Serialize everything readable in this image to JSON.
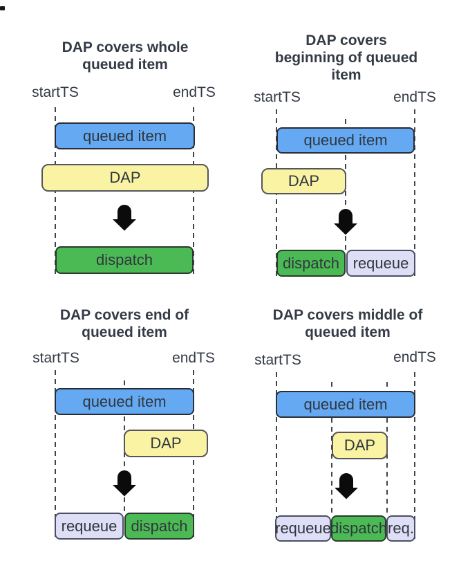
{
  "colors": {
    "background": "#ffffff",
    "text": "#343b46",
    "bar-text": "#30363e",
    "bar-blue": "#64a9f2",
    "bar-blue-border": "#272d36",
    "bar-yellow": "#faf3a3",
    "bar-yellow-border": "#55565b",
    "bar-green": "#4cba54",
    "bar-green-border": "#2b3a2d",
    "bar-lavender": "#dfdef7",
    "bar-lavender-border": "#4c4f63",
    "dash-line": "#3f434b",
    "arrow": "#0b0b0b"
  },
  "icons": {
    "arrow": "thick-down-arrow"
  },
  "panels": [
    {
      "id": "whole",
      "title_lines": [
        "DAP covers whole",
        "queued item"
      ],
      "start_label": "startTS",
      "end_label": "endTS",
      "queued_label": "queued item",
      "dap_label": "DAP",
      "result_bars": [
        {
          "label": "dispatch",
          "type": "green"
        }
      ]
    },
    {
      "id": "beginning",
      "title_lines": [
        "DAP covers",
        "beginning of queued",
        "item"
      ],
      "start_label": "startTS",
      "end_label": "endTS",
      "queued_label": "queued item",
      "dap_label": "DAP",
      "result_bars": [
        {
          "label": "dispatch",
          "type": "green"
        },
        {
          "label": "requeue",
          "type": "lavender"
        }
      ]
    },
    {
      "id": "end",
      "title_lines": [
        "DAP covers end of",
        "queued item"
      ],
      "start_label": "startTS",
      "end_label": "endTS",
      "queued_label": "queued item",
      "dap_label": "DAP",
      "result_bars": [
        {
          "label": "requeue",
          "type": "lavender"
        },
        {
          "label": "dispatch",
          "type": "green"
        }
      ]
    },
    {
      "id": "middle",
      "title_lines": [
        "DAP covers middle of",
        "queued item"
      ],
      "start_label": "startTS",
      "end_label": "endTS",
      "queued_label": "queued item",
      "dap_label": "DAP",
      "result_bars": [
        {
          "label": "requeue",
          "type": "lavender"
        },
        {
          "label": "dispatch",
          "type": "green"
        },
        {
          "label": "req.",
          "type": "lavender"
        }
      ]
    }
  ]
}
